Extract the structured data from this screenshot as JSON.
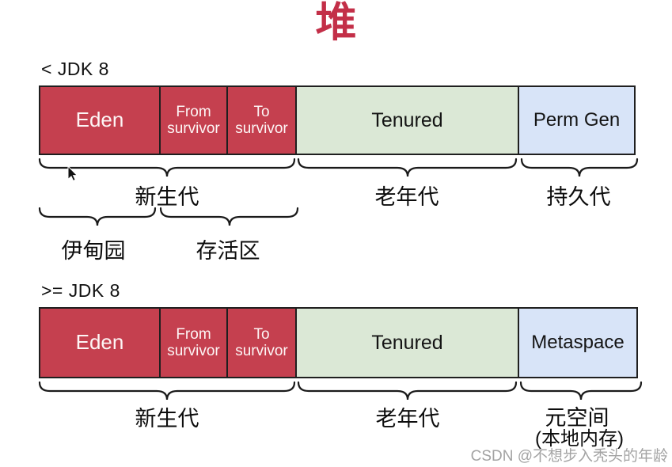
{
  "page_title": "堆",
  "watermark": "CSDN @不想步入秃头的年龄",
  "colors": {
    "title_red": "#c32f48",
    "box_red": "#c5404f",
    "box_green": "#dbe8d6",
    "box_blue": "#d8e4f8",
    "border_dark": "#1f1f1f",
    "watermark_gray": "#a3a3a3"
  },
  "jdk_before_8": {
    "version_label": "< JDK 8",
    "boxes": {
      "eden": "Eden",
      "from_survivor": "From survivor",
      "to_survivor": "To survivor",
      "tenured": "Tenured",
      "perm_gen": "Perm Gen"
    },
    "brace_labels": {
      "young_generation": "新生代",
      "old_generation": "老年代",
      "permanent_generation": "持久代",
      "eden_cn": "伊甸园",
      "survivor_area": "存活区"
    }
  },
  "jdk_8_and_later": {
    "version_label": ">= JDK 8",
    "boxes": {
      "eden": "Eden",
      "from_survivor": "From survivor",
      "to_survivor": "To survivor",
      "tenured": "Tenured",
      "metaspace": "Metaspace"
    },
    "brace_labels": {
      "young_generation": "新生代",
      "old_generation": "老年代",
      "metaspace_cn": "元空间",
      "metaspace_note": "(本地内存)"
    }
  }
}
